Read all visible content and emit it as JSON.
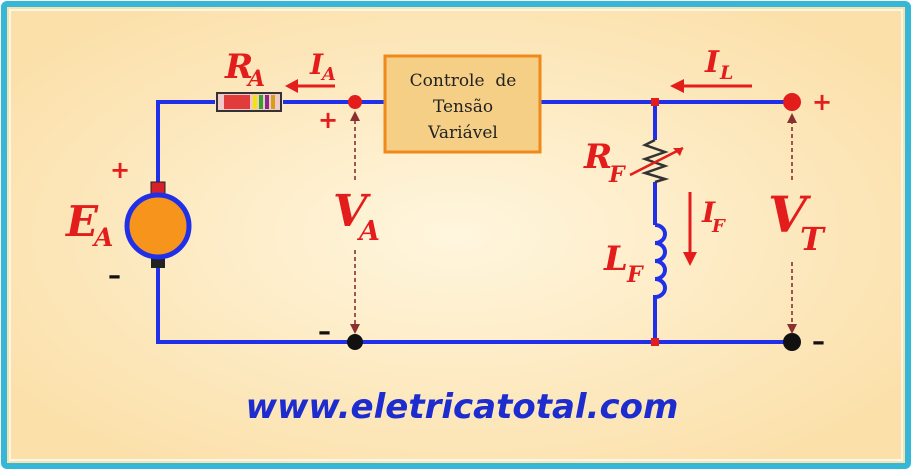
{
  "labels": {
    "ra": {
      "main": "R",
      "sub": "A"
    },
    "ia": {
      "main": "I",
      "sub": "A"
    },
    "il": {
      "main": "I",
      "sub": "L"
    },
    "ea": {
      "main": "E",
      "sub": "A"
    },
    "va": {
      "main": "V",
      "sub": "A"
    },
    "vt": {
      "main": "V",
      "sub": "T"
    },
    "rf": {
      "main": "R",
      "sub": "F"
    },
    "lf": {
      "main": "L",
      "sub": "F"
    },
    "if": {
      "main": "I",
      "sub": "F"
    }
  },
  "signs": {
    "plus": "+",
    "minus": "–"
  },
  "controller_box": {
    "line1": "Controle  de",
    "line2": "Tensão",
    "line3": "Variável"
  },
  "website": "www.eletricatotal.com",
  "colors": {
    "background": "#fbe3b0",
    "border": "#35b8d8",
    "wire": "#2030e8",
    "label_red": "#e31c1c",
    "box_fill": "#f5cf86",
    "box_border": "#ee8a1a",
    "motor_fill": "#f6941c",
    "url_blue": "#1c2ccf"
  }
}
